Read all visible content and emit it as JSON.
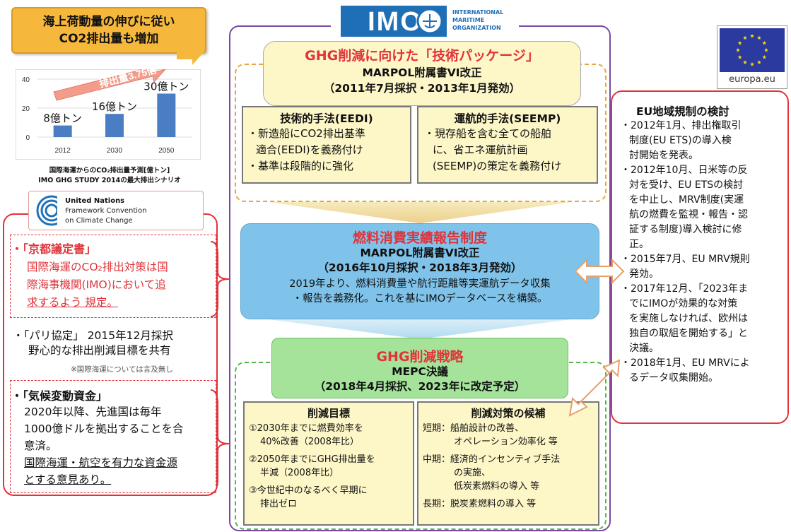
{
  "headline": {
    "lines": [
      "海上荷動量の伸びに従い",
      "CO2排出量も増加"
    ]
  },
  "emission_chart": {
    "arrow_label": "排出量3.75倍",
    "y_ticks": [
      "40",
      "20",
      "0"
    ],
    "bars": [
      {
        "year": "2012",
        "label": "8億トン",
        "value": 8
      },
      {
        "year": "2030",
        "label": "16億トン",
        "value": 16
      },
      {
        "year": "2050",
        "label": "30億トン",
        "value": 30
      }
    ],
    "y_max": 40,
    "caption": [
      "国際海運からのCO₂排出量予測[億トン]",
      "IMO GHG STUDY 2014の最大排出シナリオ"
    ],
    "colors": {
      "bar": "#4a7ec4",
      "arrow": "#f39c8a"
    }
  },
  "unfccc": {
    "lines": [
      "United Nations",
      "Framework Convention",
      "on Climate Change"
    ]
  },
  "kyoto": {
    "title": "・「京都議定書」",
    "body": [
      "国際海運のCO₂排出対策は国",
      "際海事機関(IMO)において追",
      "求するよう 規定。"
    ]
  },
  "paris": {
    "lines": [
      "・「パリ協定」 2015年12月採択",
      "野心的な排出削減目標を共有"
    ],
    "note": "※国際海運については言及無し"
  },
  "climate_fund": {
    "title": "・「気候変動資金」",
    "body": [
      "2020年以降、先進国は毎年",
      "1000億ドルを拠出することを合",
      "意済。",
      "国際海運・航空を有力な資金源",
      "とする意見あり。"
    ]
  },
  "imo_logo": {
    "abbr": "IMO",
    "text": [
      "INTERNATIONAL",
      "MARITIME",
      "ORGANIZATION"
    ]
  },
  "package": {
    "title": "GHG削減に向けた「技術パッケージ」",
    "sub": [
      "MARPOL附属書VI改正",
      "（2011年7月採択・2013年1月発効）"
    ],
    "eedi": {
      "title": "技術的手法(EEDI)",
      "lines": [
        "・新造船にCO2排出基準",
        "適合(EEDI)を義務付け",
        "・基準は段階的に強化"
      ]
    },
    "seemp": {
      "title": "運航的手法(SEEMP)",
      "lines": [
        "・現存船を含む全ての船舶",
        "に、省エネ運航計画",
        "(SEEMP)の策定を義務付け"
      ]
    }
  },
  "fuel": {
    "title": "燃料消費実績報告制度",
    "sub": [
      "MARPOL附属書VI改正",
      "（2016年10月採択・2018年3月発効）"
    ],
    "body": [
      "2019年より、燃料消費量や航行距離等実運航データ収集",
      "・報告を義務化。これを基にIMOデータベースを構築。"
    ]
  },
  "ghg_strategy": {
    "title": "GHG削減戦略",
    "sub": [
      "MEPC決議",
      "（2018年4月採択、2023年に改定予定）"
    ],
    "goals": {
      "title": "削減目標",
      "items": [
        "①2030年までに燃費効率を",
        "40%改善（2008年比）",
        "②2050年までにGHG排出量を",
        "半減（2008年比）",
        "③今世紀中のなるべく早期に",
        "排出ゼロ"
      ]
    },
    "measures": {
      "title": "削減対策の候補",
      "items": [
        "短期：船舶設計の改善、",
        "オペレーション効率化 等",
        "中期：経済的インセンティブ手法",
        "の実施、",
        "低炭素燃料の導入 等",
        "長期：脱炭素燃料の導入 等"
      ]
    }
  },
  "eu_logo": {
    "caption": "europa.eu",
    "flag_color": "#2b3a9e",
    "star_color": "#ffdd00"
  },
  "eu_panel": {
    "title": "EU地域規制の検討",
    "items": [
      "・2012年1月、排出権取引",
      "制度(EU ETS)の導入検",
      "討開始を発表。",
      "・2012年10月、日米等の反",
      "対を受け、EU ETSの検討",
      "を中止し、MRV制度(実運",
      "航の燃費を監視・報告・認",
      "証する制度)導入検討に修",
      "正。",
      "・2015年7月、EU MRV規則",
      "発効。",
      "・2017年12月、「2023年ま",
      "でにIMOが効果的な対策",
      "を実施しなければ、欧州は",
      "独自の取組を開始する」と",
      "決議。",
      "・2018年1月、EU MRVによ",
      "るデータ収集開始。"
    ]
  }
}
